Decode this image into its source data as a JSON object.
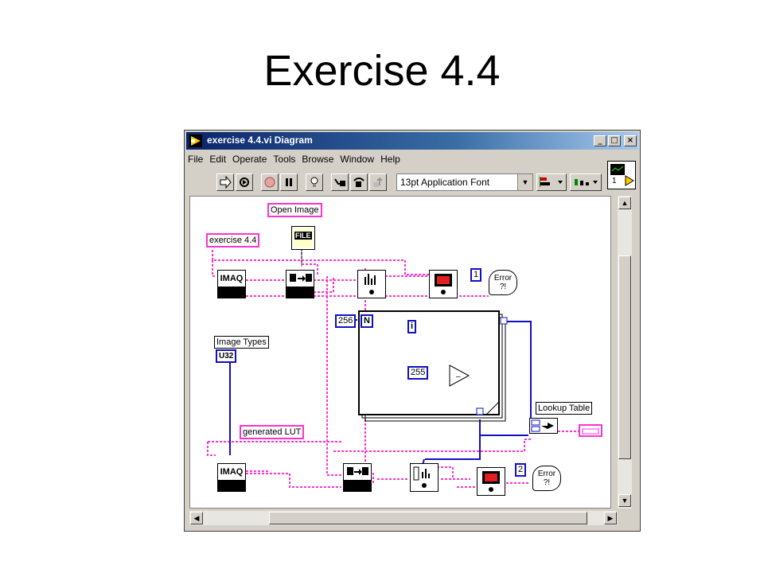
{
  "slide": {
    "title": "Exercise 4.4"
  },
  "window": {
    "title": "exercise 4.4.vi Diagram",
    "buttons": {
      "minimize": "_",
      "maximize": "□",
      "close": "×"
    }
  },
  "menu": {
    "items": [
      "File",
      "Edit",
      "Operate",
      "Tools",
      "Browse",
      "Window",
      "Help"
    ]
  },
  "toolbar": {
    "font": "13pt Application Font",
    "vi_icon_number": "1"
  },
  "diagram": {
    "labels": {
      "open_image": "Open Image",
      "path_constant": "exercise 4.4",
      "image_types": "Image Types",
      "image_type_value": "U32",
      "generated_lut": "generated LUT",
      "lookup_table": "Lookup Table"
    },
    "constants": {
      "loop_count": "256",
      "loop_n": "N",
      "loop_i": "i",
      "max_value": "255",
      "window_1": "1",
      "window_2": "2"
    },
    "nodes": {
      "imaq_text": "IMAQ",
      "file_text": "FILE",
      "error_text_1": "Error",
      "error_text_2": "?!"
    }
  },
  "colors": {
    "wire_image": "#ff33cc",
    "wire_numeric": "#1010c0",
    "titlebar": "#0a246a"
  }
}
